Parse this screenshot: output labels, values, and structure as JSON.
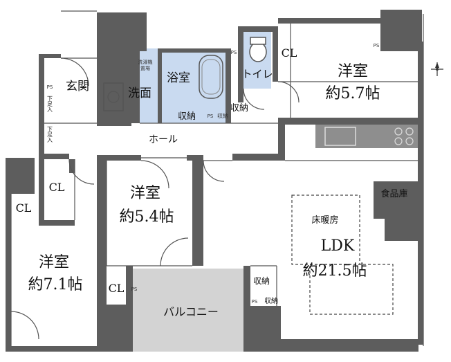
{
  "colors": {
    "wall": "#5d5d5d",
    "wet_area": "#c9daf0",
    "balcony": "#d3d3d3",
    "floor_heating_dash": "#444444",
    "kitchen_counter": "#8e8e8e",
    "background": "#ffffff"
  },
  "rooms": {
    "western_57": {
      "name": "洋室",
      "size": "約5.7帖"
    },
    "western_54": {
      "name": "洋室",
      "size": "約5.4帖"
    },
    "western_71": {
      "name": "洋室",
      "size": "約7.1帖"
    },
    "ldk": {
      "name": "LDK",
      "size": "約21.5帖"
    },
    "genkan": "玄関",
    "senmen": "洗面",
    "yokushitsu": "浴室",
    "toilet": "トイレ",
    "hall": "ホール",
    "balcony": "バルコニー",
    "pantry": "食品庫",
    "floor_heating": "床暖房"
  },
  "storage": {
    "cl": "CL",
    "shuno": "収納",
    "ps": "PS",
    "shoe_box": "下足入",
    "washer_lines": [
      "洗濯機",
      "置場"
    ]
  },
  "icons": {
    "compass": "north-arrow-icon"
  }
}
